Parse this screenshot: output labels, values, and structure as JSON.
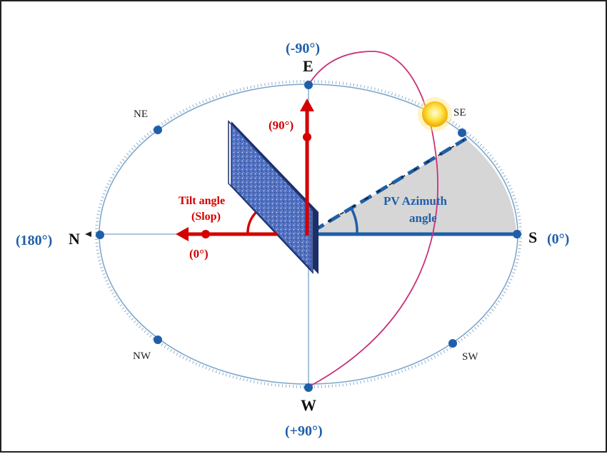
{
  "directions": {
    "north": "N",
    "south": "S",
    "east": "E",
    "west": "W",
    "northeast": "NE",
    "southeast": "SE",
    "northwest": "NW",
    "southwest": "SW"
  },
  "angle_labels": {
    "east": "(-90°)",
    "west": "(+90°)",
    "north": "(180°)",
    "south": "(0°)",
    "tilt_vertical": "(90°)",
    "tilt_horizontal": "(0°)"
  },
  "annotations": {
    "tilt_line1": "Tilt angle",
    "tilt_line2": "(Slop)",
    "azimuth_line1": "PV Azimuth",
    "azimuth_line2": "angle"
  },
  "colors": {
    "compass_blue": "#1f5fa8",
    "tilt_red": "#d40000",
    "sun_path": "#c8327a",
    "sun": "#ffd21a",
    "panel": "#3a5fb4",
    "shade": "#d3d3d3",
    "ellipse": "#7aa3c8"
  },
  "icons": [
    "sun-icon",
    "pv-panel-icon"
  ]
}
